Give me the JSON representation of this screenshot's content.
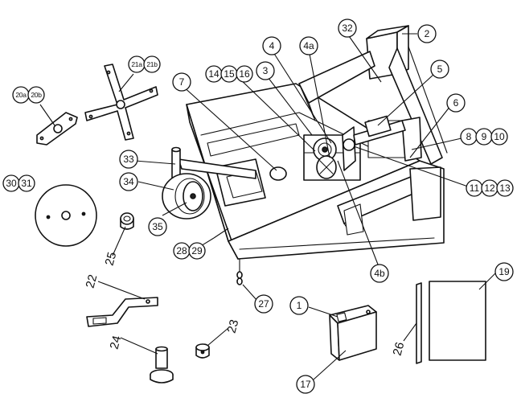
{
  "callouts": {
    "c2": "2",
    "c32": "32",
    "c4": "4",
    "c4a": "4a",
    "c3": "3",
    "c14": "14",
    "c15": "15",
    "c16": "16",
    "c7": "7",
    "c5": "5",
    "c6": "6",
    "c8": "8",
    "c9": "9",
    "c10": "10",
    "c11": "11",
    "c12": "12",
    "c13": "13",
    "c21a": "21a",
    "c21b": "21b",
    "c20a": "20a",
    "c20b": "20b",
    "c33": "33",
    "c34": "34",
    "c35": "35",
    "c30": "30",
    "c31": "31",
    "c25": "25",
    "c28": "28",
    "c29": "29",
    "c4b": "4b",
    "c22": "22",
    "c27": "27",
    "c1": "1",
    "c19": "19",
    "c23": "23",
    "c24": "24",
    "c26": "26",
    "c17": "17"
  }
}
